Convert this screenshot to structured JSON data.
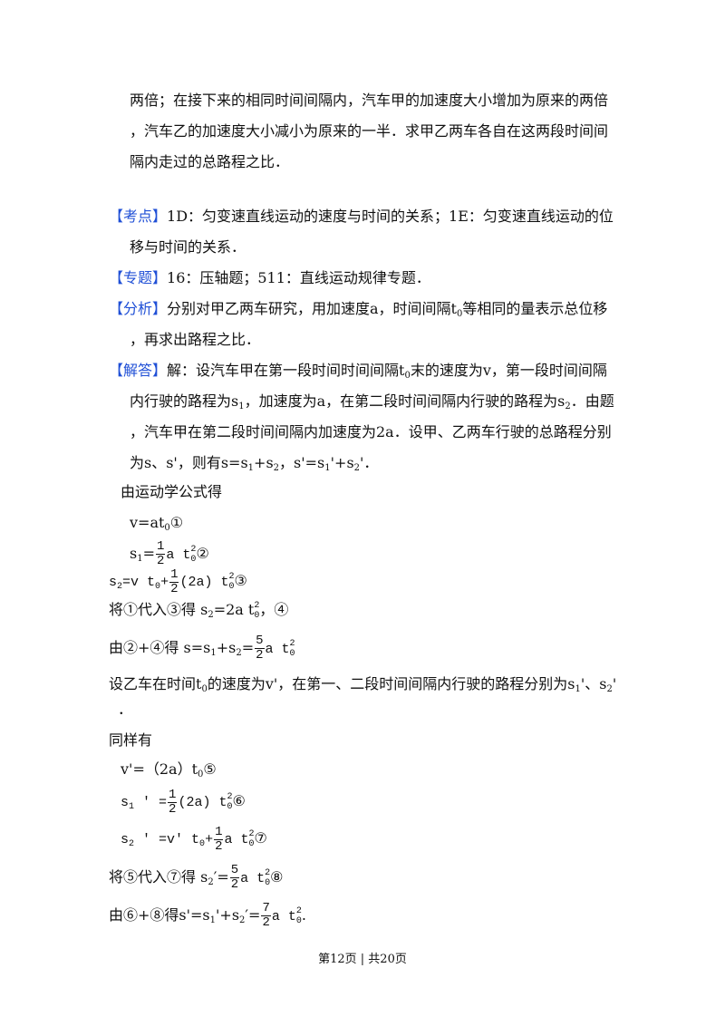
{
  "problem": {
    "line1": "两倍；在接下来的相同时间间隔内，汽车甲的加速度大小增加为原来的两倍",
    "line2": "，汽车乙的加速度大小减小为原来的一半．求甲乙两车各自在这两段时间间",
    "line3": "隔内走过的总路程之比．"
  },
  "kaodian": {
    "tag": "【考点】",
    "line1": "1D：匀变速直线运动的速度与时间的关系；1E：匀变速直线运动的位",
    "line2": "移与时间的关系．"
  },
  "zhuanti": {
    "tag": "【专题】",
    "text": "16：压轴题；511：直线运动规律专题．"
  },
  "fenxi": {
    "tag": "【分析】",
    "line1a": "分别对甲乙两车研究，用加速度a，时间间隔t",
    "line1sub": "0",
    "line1b": "等相同的量表示总位移",
    "line2": "，再求出路程之比．"
  },
  "jieda": {
    "tag": "【解答】",
    "l1a": "解：设汽车甲在第一段时间时间间隔t",
    "l1sub": "0",
    "l1b": "末的速度为v，第一段时间间隔",
    "l2a": "内行驶的路程为s",
    "l2b": "，加速度为a，在第二段时间间隔内行驶的路程为s",
    "l2c": "．由题",
    "l3": "，汽车甲在第二段时间间隔内加速度为2a．设甲、乙两车行驶的总路程分别",
    "l4a": "为s、s'，则有s=s",
    "l4b": "+s",
    "l4c": "，s'=s",
    "l4d": "'+s",
    "l4e": "'．",
    "l5": "由运动学公式得"
  },
  "eq": {
    "e1": "v=at",
    "e1b": "①",
    "e2pre": "s",
    "e2eq": "=",
    "e2post": "a t",
    "e2mark": "②",
    "e3pre": "s",
    "e3mid": "=v t",
    "e3plus": "+",
    "e3post": "(2a) t",
    "e3mark": "③",
    "e4a": "将①代入③得  s",
    "e4b": "=2a t",
    "e4c": "，④",
    "e5a": "由②+④得  s=s",
    "e5b": "+s",
    "e5c": "=",
    "e5d": "a t",
    "e6a": "设乙车在时间t",
    "e6b": "的速度为v'，在第一、二段时间间隔内行驶的路程分别为s",
    "e6c": "'、s",
    "e6d": "'",
    "e6e": "．",
    "e7": "同样有",
    "e8a": "v'=（2a）t",
    "e8b": "⑤",
    "e9a": "s",
    "e9b": " ′ =",
    "e9c": "(2a) t",
    "e9d": "⑥",
    "e10a": "s",
    "e10b": " ′ =v′  t",
    "e10c": "+",
    "e10d": "a t",
    "e10e": "⑦",
    "e11a": "将⑤代入⑦得 s",
    "e11b": "′=",
    "e11c": "a t",
    "e11d": "⑧",
    "e12a": "由⑥+⑧得s'=s",
    "e12b": "'+s",
    "e12c": "′=",
    "e12d": "a t",
    "e12e": "."
  },
  "nums": {
    "one": "1",
    "two": "2",
    "zero": "0",
    "five": "5",
    "seven": "7"
  },
  "footer": "第12页 | 共20页"
}
